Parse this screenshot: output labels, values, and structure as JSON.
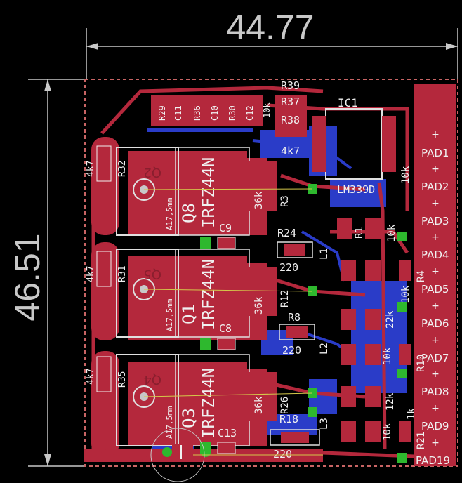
{
  "dimensions": {
    "width": "44.77",
    "height": "46.51"
  },
  "colors": {
    "background": "#000000",
    "board_outline": "#c8c8c8",
    "top_copper": "#b4283c",
    "top_copper_dark": "#8c1e2e",
    "bottom_copper": "#2a3cc8",
    "pads": "#b4283c",
    "via_green": "#2eb82e",
    "silk": "#f0f0f0",
    "yellow_wire": "#d4c84a"
  },
  "transistors": [
    {
      "ref": "Q8",
      "value": "IRFZ44N",
      "ghost": "Q2"
    },
    {
      "ref": "Q1",
      "value": "IRFZ44N",
      "ghost": "Q5"
    },
    {
      "ref": "Q3",
      "value": "IRFZ44N",
      "ghost": "Q4"
    }
  ],
  "heatsink_label": "A17,5mm",
  "ic": {
    "ref": "IC1",
    "value": "LM339D"
  },
  "pads": [
    "PAD1",
    "PAD2",
    "PAD3",
    "PAD4",
    "PAD5",
    "PAD6",
    "PAD7",
    "PAD8",
    "PAD9",
    "PAD19"
  ],
  "labels": {
    "r32": "R32",
    "r31": "R31",
    "r35": "R35",
    "r4k7_a": "4k7",
    "r4k7_b": "4k7",
    "r4k7_c": "4k7",
    "r4k7_d": "4k7",
    "r39": "R39",
    "r37": "R37",
    "r38": "R38",
    "c9": "C9",
    "c8": "C8",
    "c13": "C13",
    "r24": "R24",
    "r8": "R8",
    "r18": "R18",
    "v220_a": "220",
    "v220_b": "220",
    "v220_c": "220",
    "r3": "R3",
    "r12": "R12",
    "r26": "R26",
    "k36_a": "36k",
    "k36_b": "36k",
    "k36_c": "36k",
    "r4": "R4",
    "r10": "R10",
    "r21": "R21",
    "k10_a": "10k",
    "k10_b": "10k",
    "k10_c": "10k",
    "k10_d": "10k",
    "k10_e": "10k",
    "r1": "R1",
    "k22": "22k",
    "k12": "12k",
    "k1": "1k",
    "l1": "L1",
    "l2": "L2",
    "l3": "L3",
    "top_caps": [
      "R29",
      "C11",
      "R36",
      "C10",
      "R30",
      "C12"
    ],
    "top_k10": "10k"
  }
}
